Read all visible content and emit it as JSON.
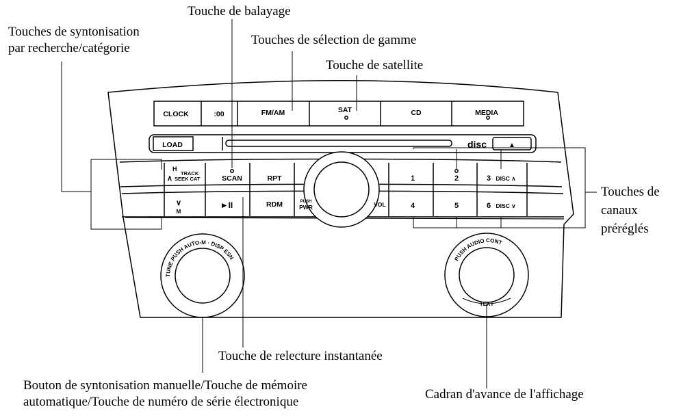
{
  "callouts": {
    "search_category": "Touches de syntonisation\npar recherche/catégorie",
    "scan": "Touche de balayage",
    "band": "Touches de sélection de gamme",
    "satellite": "Touche de satellite",
    "presets": "Touches de\ncanaux\npréréglés",
    "instant_replay": "Touche de relecture instantanée",
    "manual_tuning": "Bouton de syntonisation manuelle/Touche de mémoire\nautomatique/Touche de numéro de série électronique",
    "display_advance": "Cadran d'avance de l'affichage"
  },
  "panel": {
    "clock": "CLOCK",
    "zero": ":00",
    "fmam": "FM/AM",
    "sat": "SAT",
    "cd": "CD",
    "media": "MEDIA",
    "load": "LOAD",
    "eject": "▲",
    "disc_logo": "disc",
    "h": "H",
    "track": "TRACK",
    "seek_cat": "SEEK CAT",
    "up_caret": "∧",
    "down_caret": "∨",
    "m": "M",
    "scan": "SCAN",
    "rpt": "RPT",
    "rdm": "RDM",
    "play_pause": "►II",
    "push": "PUSH",
    "pwr": "PWR",
    "vol": "VOL",
    "p1": "1",
    "p2": "2",
    "p3": "3",
    "p4": "4",
    "p5": "5",
    "p6": "6",
    "disc_up": "DISC ∧",
    "disc_down": "DISC ∨",
    "left_knob_ring": "TUNE PUSH AUTO-M · DISP ESN",
    "right_knob_ring": "PUSH AUDIO CONT",
    "right_knob_text": "TEXT"
  }
}
